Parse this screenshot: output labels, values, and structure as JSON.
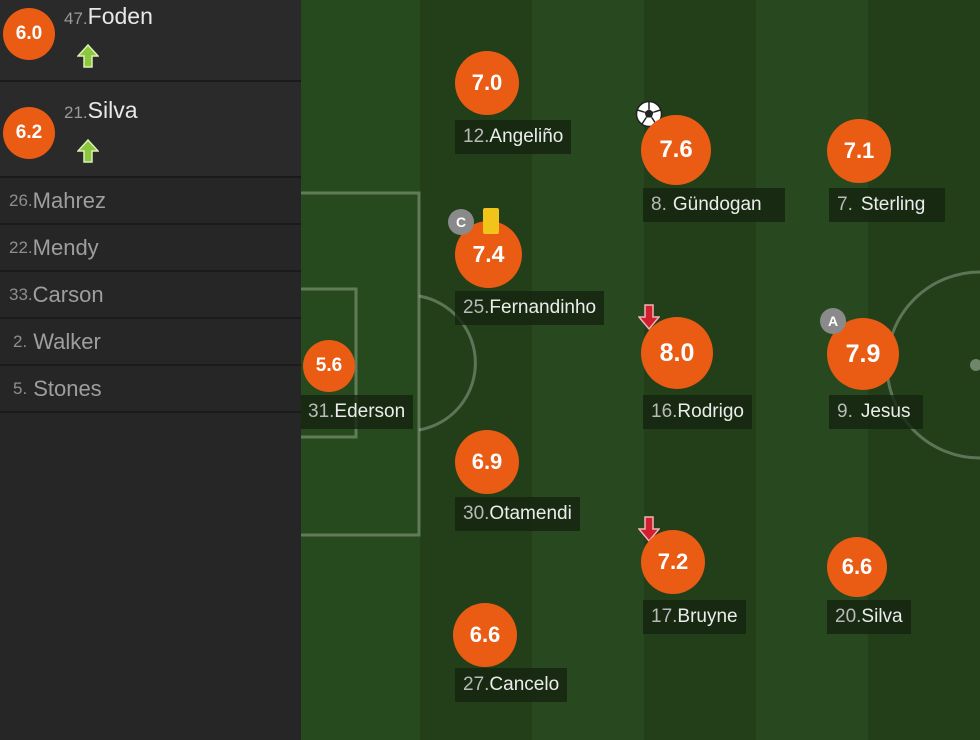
{
  "colors": {
    "rating_bg": "#ea5b14",
    "pitch": "#24471b",
    "sidebar": "#262626",
    "arrow_in": "#8dc63f",
    "arrow_out": "#d0202f",
    "yellow_card": "#f0c418"
  },
  "substitutes_on": [
    {
      "rating": "6.0",
      "number": "47.",
      "name": "Foden",
      "icon": "green-up-arrow-icon"
    },
    {
      "rating": "6.2",
      "number": "21.",
      "name": "Silva",
      "icon": "green-up-arrow-icon"
    }
  ],
  "bench": [
    {
      "number": "26.",
      "name": "Mahrez"
    },
    {
      "number": "22.",
      "name": "Mendy"
    },
    {
      "number": "33.",
      "name": "Carson"
    },
    {
      "number": "2.",
      "name": "Walker"
    },
    {
      "number": "5.",
      "name": "Stones"
    }
  ],
  "lineup": {
    "ederson": {
      "rating": "5.6",
      "number": "31.",
      "name": "Ederson"
    },
    "angelino": {
      "rating": "7.0",
      "number": "12.",
      "name": "Angeliño"
    },
    "fernandinho": {
      "rating": "7.4",
      "number": "25.",
      "name": "Fernandinho",
      "captain_badge": "C"
    },
    "otamendi": {
      "rating": "6.9",
      "number": "30.",
      "name": "Otamendi"
    },
    "cancelo": {
      "rating": "6.6",
      "number": "27.",
      "name": "Cancelo"
    },
    "gundogan": {
      "rating": "7.6",
      "number": "8.",
      "name": "Gündogan"
    },
    "rodrigo": {
      "rating": "8.0",
      "number": "16.",
      "name": "Rodrigo"
    },
    "bruyne": {
      "rating": "7.2",
      "number": "17.",
      "name": "Bruyne"
    },
    "sterling": {
      "rating": "7.1",
      "number": "7.",
      "name": "Sterling"
    },
    "jesus": {
      "rating": "7.9",
      "number": "9.",
      "name": "Jesus",
      "assist_badge": "A"
    },
    "silva": {
      "rating": "6.6",
      "number": "20.",
      "name": "Silva"
    }
  }
}
